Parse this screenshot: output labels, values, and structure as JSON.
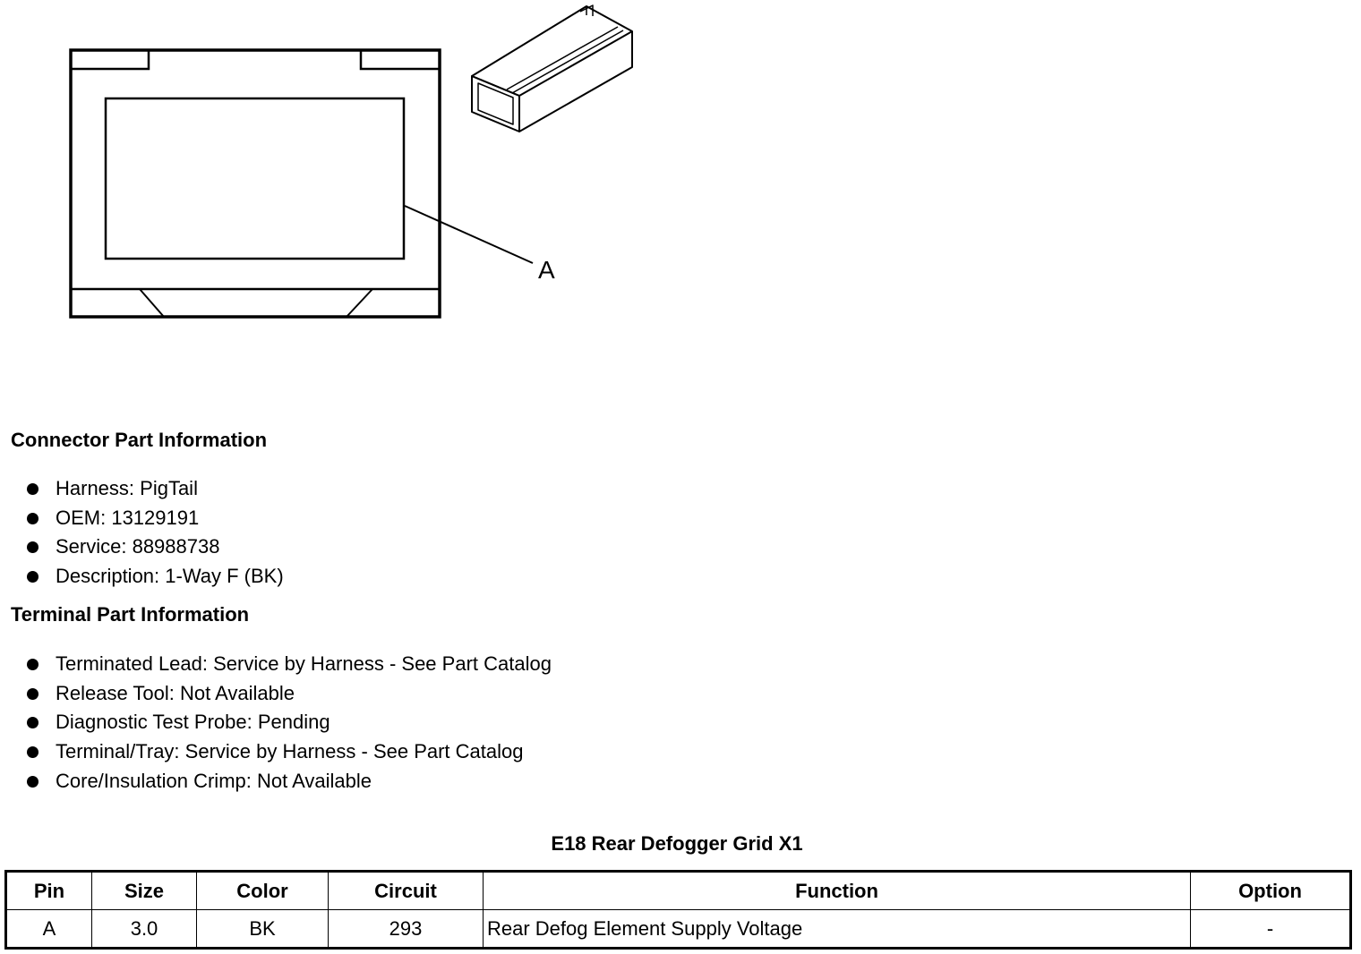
{
  "diagram": {
    "callout_label": "A"
  },
  "connector_section": {
    "heading": "Connector Part Information",
    "items": [
      "Harness: PigTail",
      "OEM: 13129191",
      "Service: 88988738",
      "Description: 1-Way F (BK)"
    ]
  },
  "terminal_section": {
    "heading": "Terminal Part Information",
    "items": [
      "Terminated Lead: Service by Harness - See Part Catalog",
      "Release Tool: Not Available",
      "Diagnostic Test Probe: Pending",
      "Terminal/Tray: Service by Harness - See Part Catalog",
      "Core/Insulation Crimp: Not Available"
    ]
  },
  "table": {
    "title": "E18 Rear Defogger Grid X1",
    "headers": [
      "Pin",
      "Size",
      "Color",
      "Circuit",
      "Function",
      "Option"
    ],
    "rows": [
      [
        "A",
        "3.0",
        "BK",
        "293",
        "Rear Defog Element Supply Voltage",
        "-"
      ]
    ]
  }
}
